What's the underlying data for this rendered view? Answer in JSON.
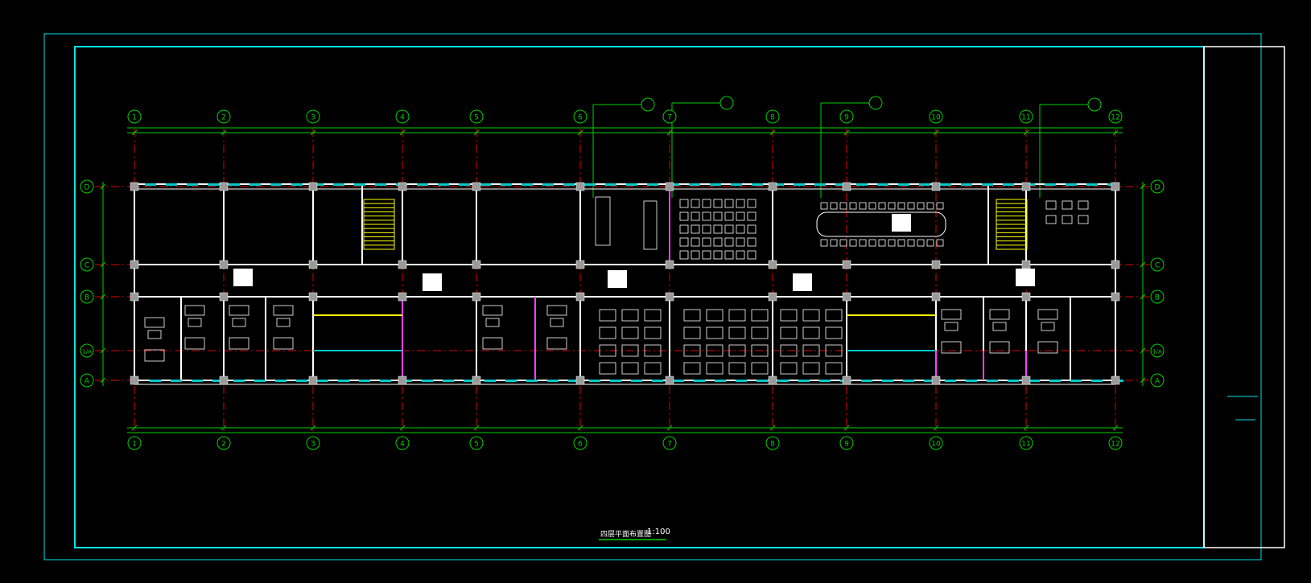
{
  "drawing": {
    "title": "四层平面布置图",
    "scale": "1:100",
    "colors": {
      "background": "#000000",
      "frame": "#00e5e5",
      "axis_line": "#e00000",
      "axis_bubble": "#00d000",
      "dimension": "#00d000",
      "wall": "#ffffff",
      "column": "#9a9a9a",
      "partition": "#ff00ff",
      "window": "#00c8c8",
      "stair": "#ffff00",
      "text": "#ffffff"
    }
  },
  "grid": {
    "vertical_axes": [
      "1",
      "2",
      "3",
      "4",
      "5",
      "6",
      "7",
      "8",
      "9",
      "10",
      "11",
      "12"
    ],
    "horizontal_axes": [
      "D",
      "C",
      "B",
      "1/A",
      "A"
    ]
  }
}
